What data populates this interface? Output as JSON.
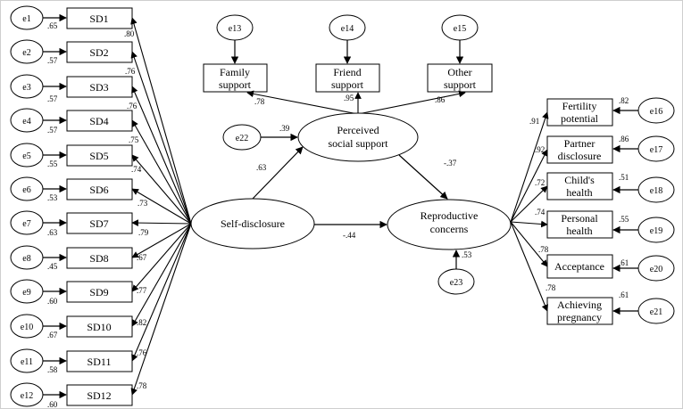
{
  "self_disclosure": {
    "latent": "Self-disclosure",
    "indicators": [
      {
        "label": "SD1",
        "error": "e1",
        "loading": ".80",
        "error_value": ".65"
      },
      {
        "label": "SD2",
        "error": "e2",
        "loading": ".76",
        "error_value": ".57"
      },
      {
        "label": "SD3",
        "error": "e3",
        "loading": ".76",
        "error_value": ".57"
      },
      {
        "label": "SD4",
        "error": "e4",
        "loading": ".75",
        "error_value": ".57"
      },
      {
        "label": "SD5",
        "error": "e5",
        "loading": ".74",
        "error_value": ".55"
      },
      {
        "label": "SD6",
        "error": "e6",
        "loading": ".73",
        "error_value": ".53"
      },
      {
        "label": "SD7",
        "error": "e7",
        "loading": ".79",
        "error_value": ".63"
      },
      {
        "label": "SD8",
        "error": "e8",
        "loading": ".67",
        "error_value": ".45"
      },
      {
        "label": "SD9",
        "error": "e9",
        "loading": ".77",
        "error_value": ".60"
      },
      {
        "label": "SD10",
        "error": "e10",
        "loading": ".82",
        "error_value": ".67"
      },
      {
        "label": "SD11",
        "error": "e11",
        "loading": ".76",
        "error_value": ".58"
      },
      {
        "label": "SD12",
        "error": "e12",
        "loading": ".78",
        "error_value": ".60"
      }
    ]
  },
  "social_support": {
    "latent_line1": "Perceived",
    "latent_line2": "social support",
    "disturbance": "e22",
    "r2": ".39",
    "indicators": [
      {
        "line1": "Family",
        "line2": "support",
        "error": "e13",
        "loading": ".78"
      },
      {
        "line1": "Friend",
        "line2": "support",
        "error": "e14",
        "loading": ".95"
      },
      {
        "line1": "Other",
        "line2": "support",
        "error": "e15",
        "loading": ".86"
      }
    ]
  },
  "reproductive": {
    "latent_line1": "Reproductive",
    "latent_line2": "concerns",
    "disturbance": "e23",
    "r2": ".53",
    "indicators": [
      {
        "line1": "Fertility",
        "line2": "potential",
        "error": "e16",
        "loading": ".91",
        "error_value": ".82"
      },
      {
        "line1": "Partner",
        "line2": "disclosure",
        "error": "e17",
        "loading": ".92",
        "error_value": ".86"
      },
      {
        "line1": "Child's",
        "line2": "health",
        "error": "e18",
        "loading": ".72",
        "error_value": ".51"
      },
      {
        "line1": "Personal",
        "line2": "health",
        "error": "e19",
        "loading": ".74",
        "error_value": ".55"
      },
      {
        "line1": "Acceptance",
        "line2": "",
        "error": "e20",
        "loading": ".78",
        "error_value": ".61"
      },
      {
        "line1": "Achieving",
        "line2": "pregnancy",
        "error": "e21",
        "loading": ".78",
        "error_value": ".61"
      }
    ]
  },
  "paths": {
    "sd_to_ss": ".63",
    "ss_to_rc": "-.37",
    "sd_to_rc": "-.44"
  }
}
